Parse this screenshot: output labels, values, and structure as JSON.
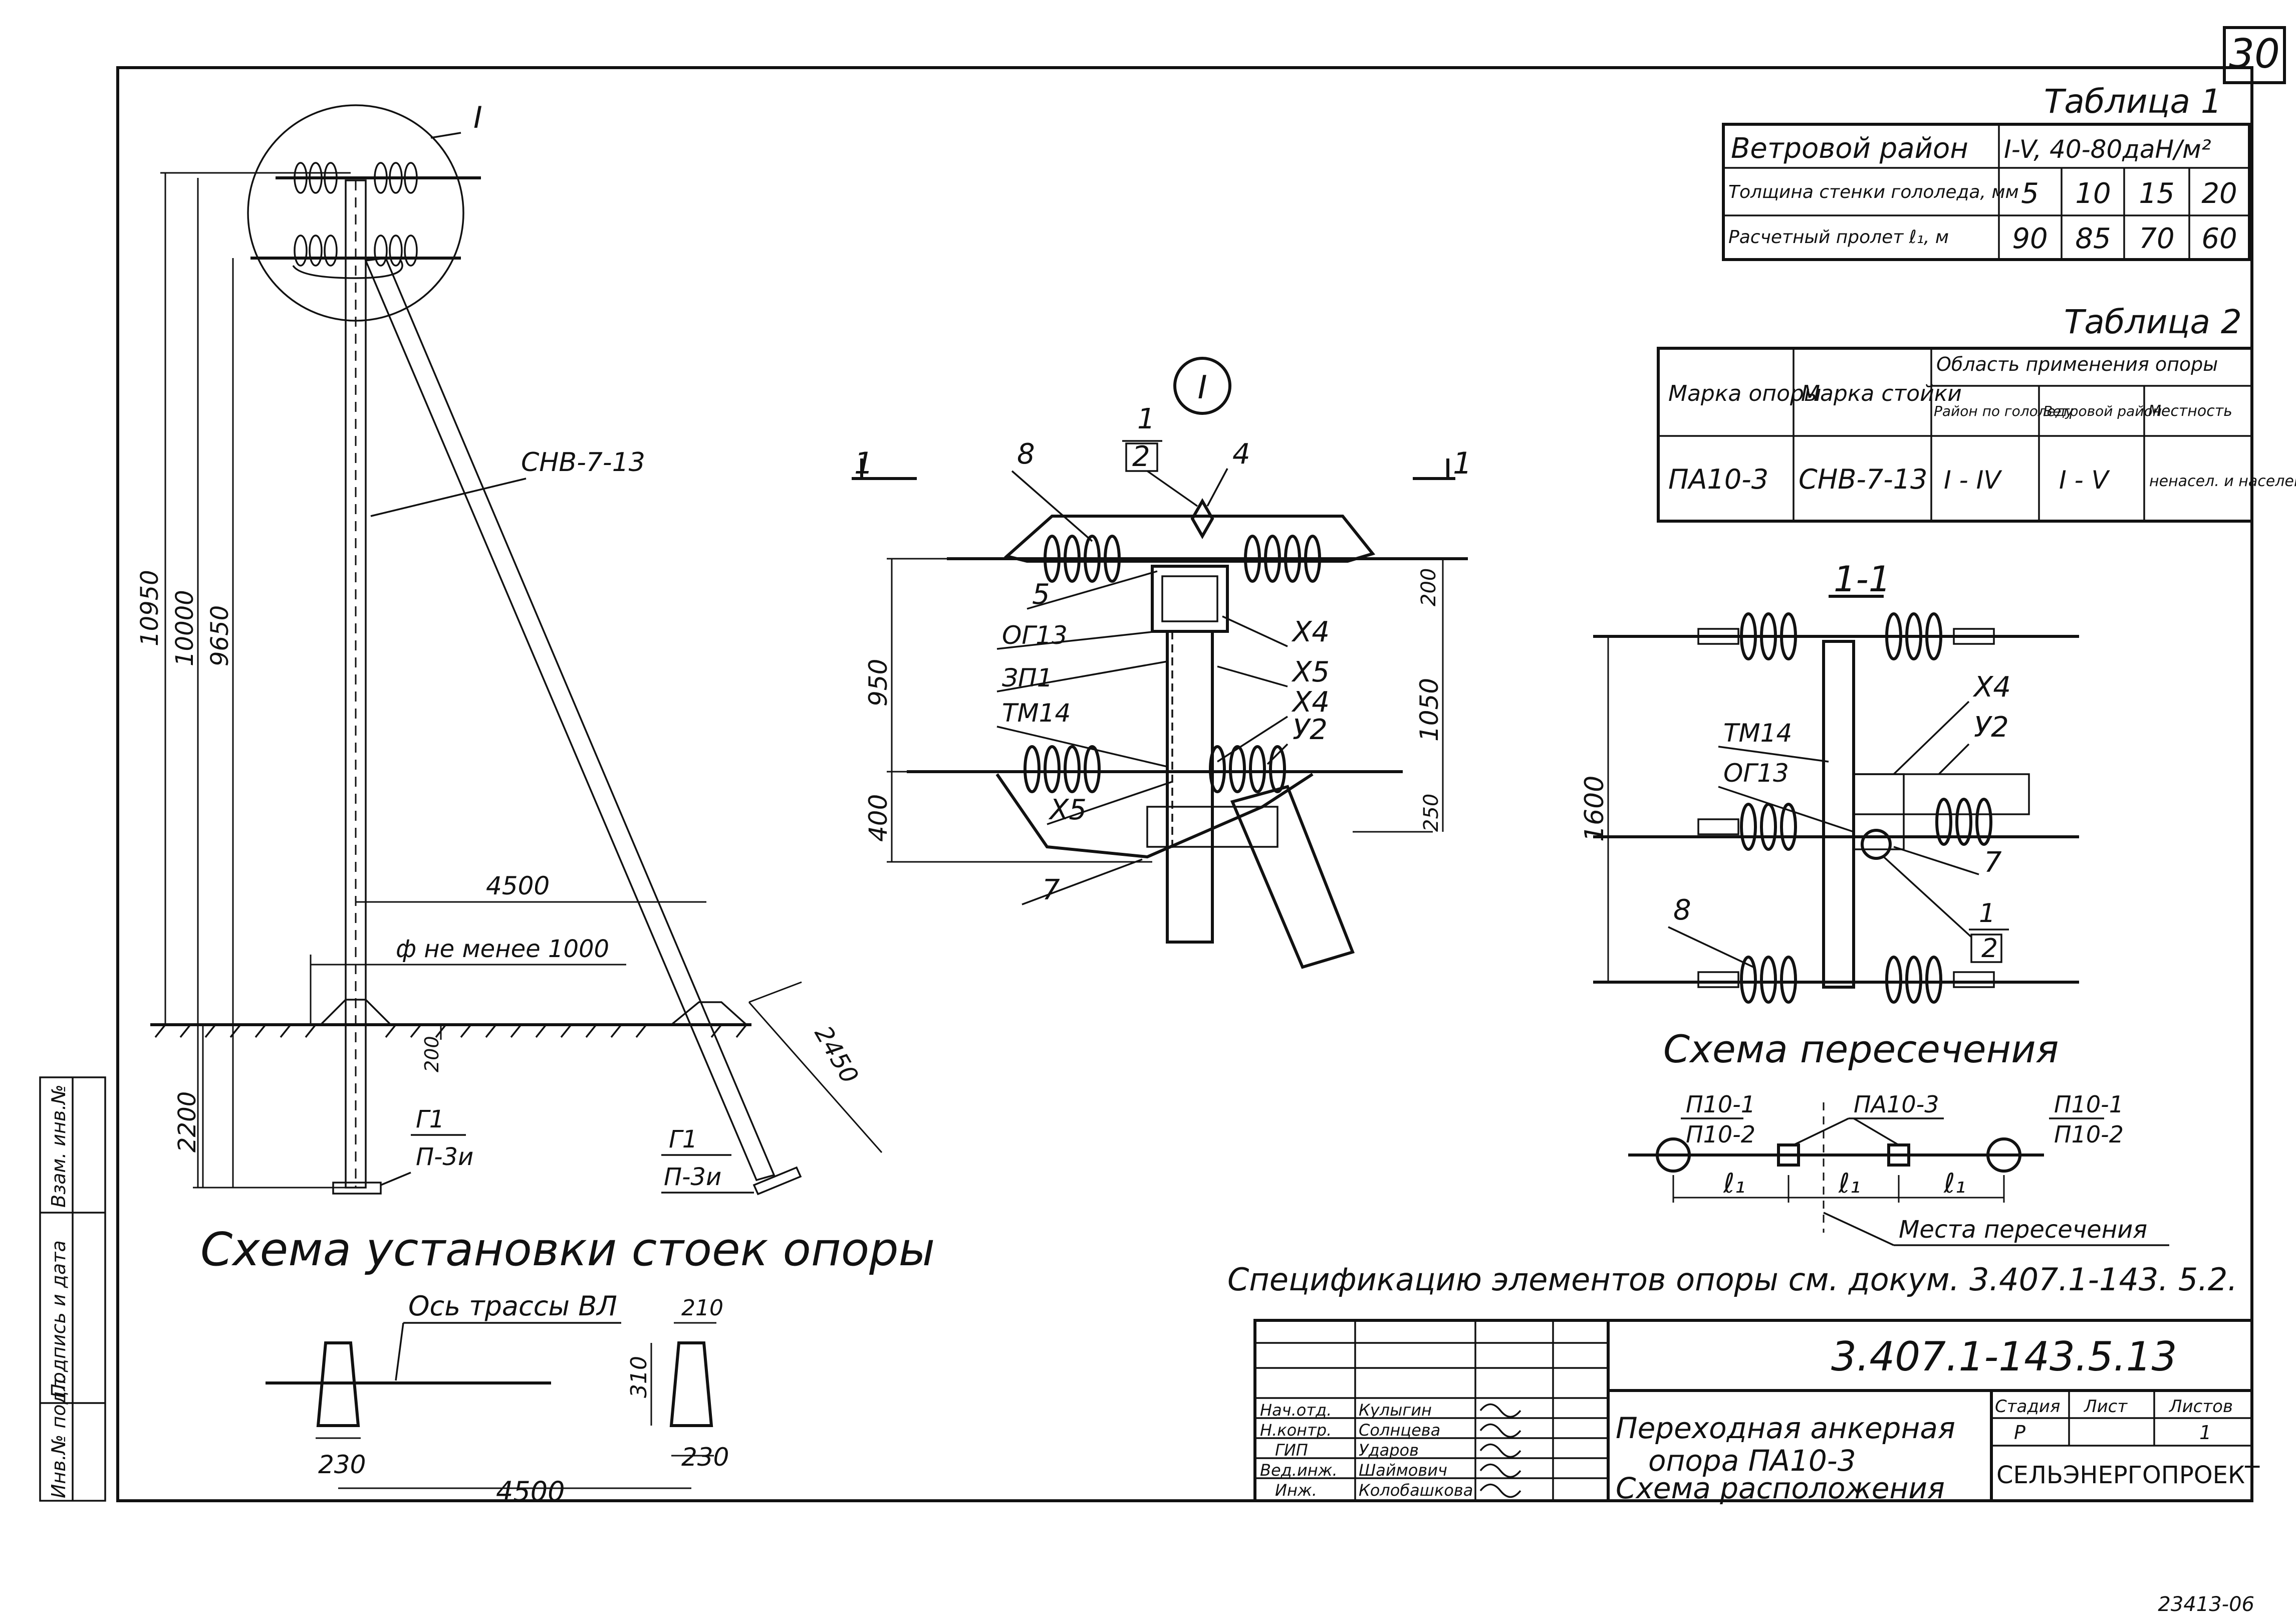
{
  "sheet": {
    "page_number": "30",
    "doc_code": "3.407.1-143.5.13",
    "footer_code": "23413-06"
  },
  "table1": {
    "title": "Таблица 1",
    "rows": [
      {
        "label": "Ветровой район",
        "values": [
          "I-V, 40-80даН/м²"
        ]
      },
      {
        "label": "Толщина стенки гололеда, мм",
        "values": [
          "5",
          "10",
          "15",
          "20"
        ]
      },
      {
        "label": "Расчетный пролет ℓ₁, м",
        "values": [
          "90",
          "85",
          "70",
          "60"
        ]
      }
    ]
  },
  "table2": {
    "title": "Таблица 2",
    "headers": [
      "Марка опоры",
      "Марка стойки",
      "Область применения опоры"
    ],
    "subheaders": [
      "Район по гололеду",
      "Ветровой район",
      "Местность"
    ],
    "row": [
      "ПА10-3",
      "СНВ-7-13",
      "I - IV",
      "I - V",
      "ненасел. и населен."
    ]
  },
  "left_scheme": {
    "title": "Схема установки стоек опоры",
    "callout": "I",
    "pole_label": "СНВ-7-13",
    "dims": [
      "10950",
      "10000",
      "9650",
      "2200",
      "4500",
      "ф не менее 1000",
      "200",
      "2450"
    ],
    "foot_labels": [
      "Г1",
      "П-3и"
    ]
  },
  "detail": {
    "title": "I",
    "section_marks": [
      "1",
      "1"
    ],
    "labels": [
      "1",
      "2",
      "4",
      "8",
      "5",
      "ОГ13",
      "ЗП1",
      "ТМ14",
      "Х5",
      "Х4",
      "Х5",
      "Х4",
      "У2",
      "7"
    ],
    "dims": [
      "950",
      "400",
      "1050",
      "200",
      "250"
    ]
  },
  "section": {
    "title": "1-1",
    "labels": [
      "Х4",
      "У2",
      "ТМ14",
      "ОГ13",
      "7",
      "1",
      "2",
      "8"
    ],
    "dims": [
      "1600"
    ]
  },
  "crossing": {
    "title": "Схема пересечения",
    "labels": [
      "П10-1",
      "П10-2",
      "ПА10-3",
      "П10-1",
      "П10-2"
    ],
    "span_labels": [
      "ℓ₁",
      "ℓ₁",
      "ℓ₁"
    ],
    "note": "Места пересечения"
  },
  "spec_note": "Спецификацию элементов опоры см. докум. 3.407.1-143. 5.2.",
  "plan": {
    "axis_label": "Ось трассы ВЛ",
    "dims": [
      "210",
      "310",
      "230",
      "230",
      "4500"
    ]
  },
  "title_block": {
    "roles": [
      "Нач.отд.",
      "Н.контр.",
      "ГИП",
      "Вед.инж.",
      "Инж."
    ],
    "names": [
      "Кулыгин",
      "Солнцева",
      "Ударов",
      "Шаймович",
      "Колобашкова"
    ],
    "title_lines": [
      "Переходная анкерная",
      "опора ПА10-3",
      "Схема расположения"
    ],
    "stage_headers": [
      "Стадия",
      "Лист",
      "Листов"
    ],
    "stage_values": [
      "Р",
      "",
      "1"
    ],
    "organization": "СЕЛЬЭНЕРГОПРОЕКТ"
  },
  "side_stamp": [
    "Инв.№ подл.",
    "Подпись и дата",
    "Взам. инв.№"
  ]
}
